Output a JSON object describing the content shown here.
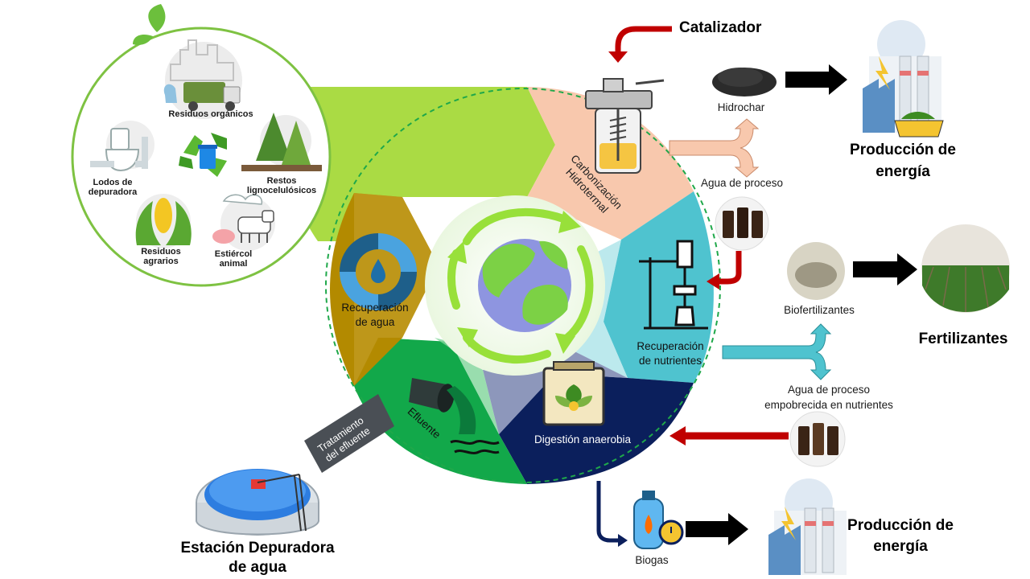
{
  "feedstock": {
    "urban_waste": "Residuos orgánicos",
    "sludge_l1": "Lodos de",
    "sludge_l2": "depuradora",
    "lignocellulosic_l1": "Restos",
    "lignocellulosic_l2": "lignocelulósicos",
    "agricultural_l1": "Residuos",
    "agricultural_l2": "agrarios",
    "manure_l1": "Estiércol",
    "manure_l2": "animal"
  },
  "cycle": {
    "htc_l1": "Carbonización",
    "htc_l2": "Hidrotermal",
    "water_recovery_l1": "Recuperación",
    "water_recovery_l2": "de agua",
    "nutrient_recovery_l1": "Recuperación",
    "nutrient_recovery_l2": "de nutrientes",
    "anaerobic_digestion": "Digestión anaerobia",
    "effluent": "Efluente",
    "effluent_treatment_l1": "Tratamiento",
    "effluent_treatment_l2": "del efluente"
  },
  "outputs": {
    "catalyst": "Catalizador",
    "hydrochar": "Hidrochar",
    "process_water": "Agua de proceso",
    "energy_top_l1": "Producción de",
    "energy_top_l2": "energía",
    "biofertilizers": "Biofertilizantes",
    "fertilizers": "Fertilizantes",
    "depleted_water_l1": "Agua de proceso",
    "depleted_water_l2": "empobrecida en nutrientes",
    "biogas": "Biogas",
    "energy_bottom_l1": "Producción de",
    "energy_bottom_l2": "energía",
    "wwtp_l1": "Estación Depuradora",
    "wwtp_l2": "de agua"
  },
  "colors": {
    "htc": "#f8c8ad",
    "nutrients": "#4fc3cf",
    "digestion": "#0b1f5c",
    "effluent": "#12a84a",
    "water": "#b38a00",
    "intake": "#a5d93a",
    "arrow_red": "#c00000",
    "frame_green": "#8bc34a"
  },
  "icons": [
    "plant-sprout-icon",
    "city-skyline-icon",
    "garbage-truck-icon",
    "recycle-bin-icon",
    "toilet-pipe-icon",
    "pine-trees-icon",
    "corn-icon",
    "farm-animals-icon",
    "hydrothermal-reactor-icon",
    "lab-stand-icon",
    "battery-leaf-icon",
    "effluent-pipe-icon",
    "water-cycle-icon",
    "earth-globe-icon",
    "factory-icon",
    "gas-cylinder-icon",
    "field-photo",
    "sediment-photo",
    "sample-bottles-photo",
    "hydrochar-photo",
    "water-treatment-plant-icon"
  ]
}
